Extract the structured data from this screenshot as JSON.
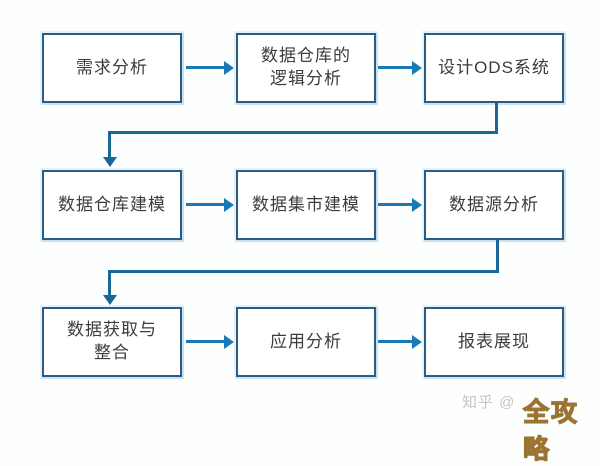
{
  "page": {
    "background": "#fdfefe"
  },
  "colors": {
    "box_border": "#2b5d84",
    "box_fill": "#ffffff",
    "label_text": "#3c3c3c",
    "arrow_blue": "#1879b6",
    "connector_blue": "#1b6795",
    "watermark_gray": "#c6c6c6",
    "watermark_orange": "#f4a733"
  },
  "flowchart": {
    "type": "process-flow",
    "rows": [
      {
        "boxes": [
          {
            "label": "需求分析"
          },
          {
            "label": "数据仓库的\n逻辑分析"
          },
          {
            "label": "设计ODS系统"
          }
        ]
      },
      {
        "boxes": [
          {
            "label": "数据仓库建模"
          },
          {
            "label": "数据集市建模"
          },
          {
            "label": "数据源分析"
          }
        ]
      },
      {
        "boxes": [
          {
            "label": "数据获取与\n整合"
          },
          {
            "label": "应用分析"
          },
          {
            "label": "报表展现"
          }
        ]
      }
    ]
  },
  "watermark": {
    "zhihu_label": "知乎 @",
    "brand_label": "全攻略"
  }
}
